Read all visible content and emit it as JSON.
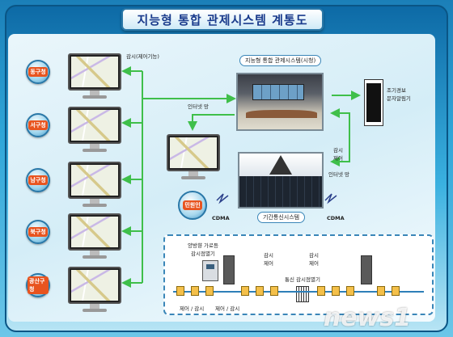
{
  "title": "지능형 통합 관제시스템 계통도",
  "districts": [
    {
      "id": "d1",
      "label": "동구청"
    },
    {
      "id": "d2",
      "label": "서구청"
    },
    {
      "id": "d3",
      "label": "남구청"
    },
    {
      "id": "d4",
      "label": "북구청"
    },
    {
      "id": "d5",
      "label": "광산구청"
    }
  ],
  "labels": {
    "monitoring_top": "감시(제어기능)",
    "central_system": "지능형 통합 관제시스템(시청)",
    "internet_1": "인터넷 망",
    "citizen": "민원인",
    "cdma_left": "CDMA",
    "cdma_right": "CDMA",
    "monitor_control": "감시\n제어",
    "internet_2": "인터넷 망",
    "comm_system": "기간통신시스템",
    "early_warning": "조기경보\n문자알림기",
    "bottom_cabinet": "양방향 가로등\n감시점멸기",
    "bottom_mc_1": "감시\n제어",
    "bottom_mc_2": "감시\n제어",
    "bottom_flasher": "통신 감시점멸기",
    "bottom_cl_1": "제어 / 감시",
    "bottom_cl_2": "제어 / 감시"
  },
  "watermark": "news1",
  "colors": {
    "frame": "#0d6aa6",
    "arrow": "#3fbf4a",
    "accent_orange": "#e8541f",
    "title_text": "#1a3b8c"
  }
}
